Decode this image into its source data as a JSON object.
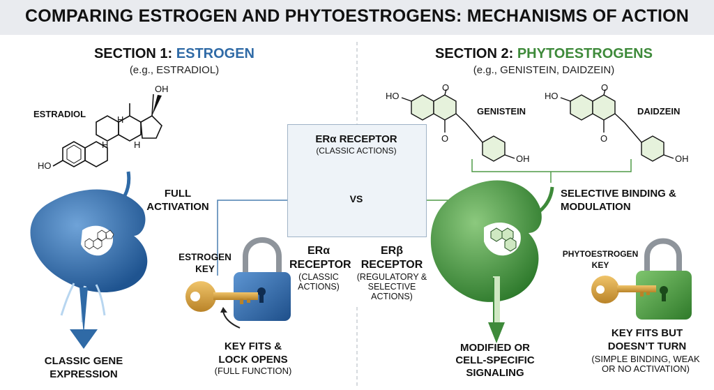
{
  "title": "COMPARING ESTROGEN AND PHYTOESTROGENS: MECHANISMS OF ACTION",
  "section1": {
    "prefix": "SECTION 1: ",
    "name": "ESTROGEN",
    "example": "(e.g., ESTRADIOL)",
    "molecule_label": "ESTRADIOL",
    "oh_top": "OH",
    "oh_left": "HO",
    "h_labels": [
      "H",
      "H",
      "H"
    ],
    "full_activation": [
      "FULL",
      "ACTIVATION"
    ],
    "key_label": [
      "ESTROGEN",
      "KEY"
    ],
    "key_fits": [
      "KEY FITS &",
      "LOCK OPENS"
    ],
    "key_fits_sub": "(FULL FUNCTION)",
    "result": [
      "CLASSIC GENE",
      "EXPRESSION"
    ]
  },
  "section2": {
    "prefix": "SECTION 2: ",
    "name": "PHYTOESTROGENS",
    "example": "(e.g., GENISTEIN, DAIDZEIN)",
    "genistein": "GENISTEIN",
    "daidzein": "DAIDZEIN",
    "ho": "HO",
    "oh": "OH",
    "o": "O",
    "selective": [
      "SELECTIVE BINDING &",
      "MODULATION"
    ],
    "key_label": [
      "PHYTOESTROGEN",
      "KEY"
    ],
    "key_fits": [
      "KEY FITS BUT",
      "DOESN’T TURN"
    ],
    "key_fits_sub": [
      "(SIMPLE BINDING, WEAK",
      "OR NO ACTIVATION)"
    ],
    "result": [
      "MODIFIED OR",
      "CELL-SPECIFIC",
      "SIGNALING"
    ]
  },
  "center": {
    "box_title": "ERα RECEPTOR",
    "box_sub": "(CLASSIC ACTIONS)",
    "vs": "VS",
    "er_alpha": [
      "ERα",
      "RECEPTOR"
    ],
    "er_alpha_sub": [
      "(CLASSIC",
      "ACTIONS)"
    ],
    "er_beta": [
      "ERβ",
      "RECEPTOR"
    ],
    "er_beta_sub": [
      "(REGULATORY &",
      "SELECTIVE",
      "ACTIONS)"
    ]
  },
  "colors": {
    "estrogen_blue": "#2f6aa6",
    "phyto_green": "#3e8a3a",
    "lock_gray": "#9aa0a6",
    "key_gold": "#d7a545"
  }
}
